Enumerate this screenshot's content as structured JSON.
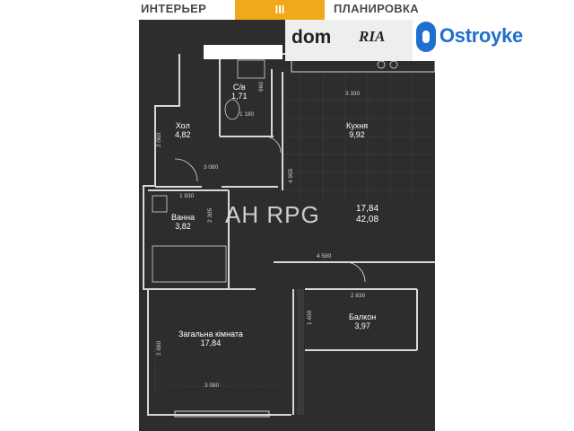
{
  "tabs": {
    "left": "ИНТЕРЬЕР",
    "right": "ПЛАНИРОВКА",
    "switch_glyph": "III"
  },
  "logos": {
    "dom_ria": {
      "dom": "dom",
      "ria": "RIA"
    },
    "ostroyke": {
      "text": "Ostroyke"
    }
  },
  "watermark": "АН RPG",
  "plan": {
    "rooms": [
      {
        "name": "С/в",
        "area": "1,71"
      },
      {
        "name": "Хол",
        "area": "4,82"
      },
      {
        "name": "Кухня",
        "area": "9,92"
      },
      {
        "name": "Ванна",
        "area": "3,82"
      },
      {
        "name": "Загальна кімната",
        "area": "17,84"
      },
      {
        "name": "Балкон",
        "area": "3,97"
      }
    ],
    "area_box": {
      "living": "17,84",
      "total": "42,08"
    },
    "dimensions": {
      "d3330": "3 330",
      "d1180": "1 180",
      "d960": "960",
      "d2060": "2 060",
      "d3080a": "3 080",
      "d4955": "4 955",
      "d1830": "1 830",
      "d2305": "2 305",
      "d4580": "4 580",
      "d2830": "2 830",
      "d1400": "1 400",
      "d2690": "2 690",
      "d3080b": "3 080"
    }
  },
  "colors": {
    "accent": "#f2a81d",
    "plan_bg": "#2d2d2d",
    "ostroyke_blue": "#1f6fd1",
    "ria_red": "#d9352b"
  }
}
